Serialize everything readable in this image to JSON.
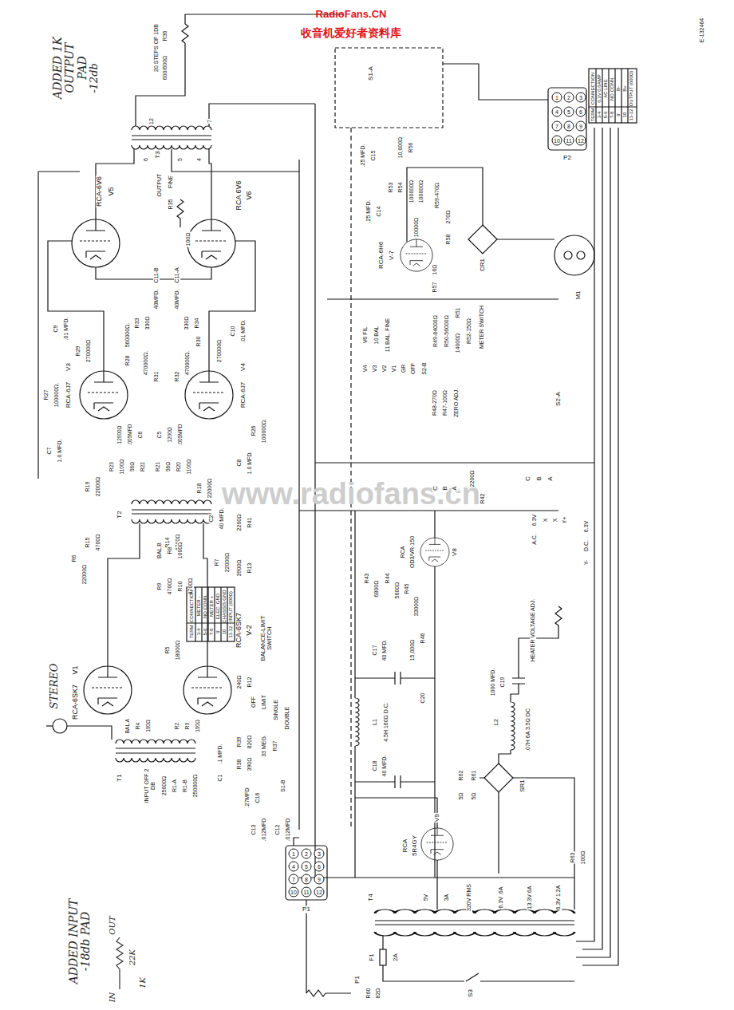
{
  "diagram": {
    "labels": [
      "RadioFans.CN",
      "收音机爱好者资料库",
      "E-132464",
      "ADDED 1K OUTPUT PAD",
      "-12db",
      "20 STEPS OF 1DB",
      "R36",
      "600/600Ω",
      "OUTPUT",
      "FINE",
      "R35",
      "100Ω",
      "T3",
      "12",
      "7",
      "6",
      "5",
      "4",
      "RCA-6V6",
      "V5",
      "RCA 6V6",
      "V6",
      "C11-A",
      "40MFD.",
      "40MFD.",
      "C11-B",
      "R33",
      "330Ω",
      "330Ω",
      "R34",
      "R31",
      "470000Ω.",
      "R32",
      "470000Ω.",
      "C9",
      ".01 MFD.",
      "R29",
      "270000Ω",
      "R30",
      "270000Ω",
      "C10",
      ".01 MFD.",
      "560000Ω.",
      "R28",
      "R27",
      "100000Ω.",
      "RCA-6J7",
      "V3",
      "RCA-6J7",
      "V4",
      "R26",
      "100000Ω.",
      "C7",
      "1.0 MFD.",
      "C8",
      "1.0 MFD.",
      "12000Ω",
      ".005MFD",
      "C6",
      "1200Ω",
      ".005MFD",
      "C5",
      "R23",
      "1100Ω",
      "56Ω",
      "R22",
      "R21",
      "56Ω",
      "R20",
      "1100Ω",
      "R19",
      "22000Ω",
      "R18",
      "22000Ω",
      "T2",
      "R15",
      "4700Ω",
      "R14",
      "4700Ω",
      "C2",
      "40 MFD.",
      "2200Ω",
      "R41",
      "3900Ω",
      "R13",
      "R6",
      "22000Ω",
      "R7",
      "22000Ω",
      "BAL.B",
      "R8",
      "1000Ω",
      "R9",
      "R10",
      "4700Ω",
      "4700Ω",
      "RCA-6SK7",
      "V1",
      "RCA-6SK7",
      "V-2",
      "R5",
      "18000Ω",
      "BAL.A",
      "R4",
      "100Ω",
      "R2",
      "R3",
      "100Ω",
      "INPUT OFF 2 DB",
      "25000Ω",
      "R1-A",
      "R1-B",
      "250000Ω",
      "T1",
      "STEREO",
      "240Ω",
      "R12",
      "BALANCE-LIMIT SWITCH",
      "OFF",
      "LIMIT",
      "SINGLE",
      "DOUBLE",
      "R39",
      "820Ω",
      "R38",
      "390Ω",
      "33 MEG.",
      "R37",
      ".1 MFD.",
      "C1",
      "S1-B",
      ".27MFD",
      "C16",
      "C13",
      ".012MFD",
      "C12",
      ".012MFD",
      "1",
      "2",
      "3",
      "4",
      "5",
      "6",
      "7",
      "8",
      "9",
      "10",
      "11",
      "12",
      "P1",
      "TERM",
      "CONNECTION",
      "3-4",
      "METER -",
      "5-6",
      "NO CONN.",
      "7-8",
      "METER +",
      "9",
      "ELEC. GND",
      "10",
      "CHASSIS GND",
      "11-12",
      "INPUT (600Ω)",
      "TERM",
      "CONNECTION",
      "3-4",
      "6.3V 0.6AMP",
      "5-6",
      "AC LINE",
      "7-8",
      "NO CONN.",
      "9",
      "B-",
      "10",
      "B+",
      "11-12",
      "OUTPUT (600Ω)",
      "1",
      "2",
      "3",
      "4",
      "5",
      "6",
      "7",
      "8",
      "9",
      "10",
      "11",
      "12",
      "P2",
      "S1-A",
      ".25 MFD.",
      "C15",
      "10,000Ω",
      "R56",
      ".25 MFD.",
      "C14",
      "R53",
      "R54",
      "100000Ω",
      "100000Ω",
      "RCA-6H6",
      "V-7",
      "10000Ω",
      "R59-470Ω",
      "270Ω",
      "R58",
      "CR1",
      "R57",
      "16Ω",
      "M1",
      "V6 FIL",
      "10 BAL",
      "11 BAL. FINE",
      "V4",
      "V3",
      "V2",
      "V1",
      "GR",
      "OFF",
      "S2-B",
      "R49-84000Ω",
      "R50-56000Ω",
      "R51",
      "14000Ω",
      "R52-150Ω",
      "METER SWITCH",
      "R48-270Ω",
      "R47-100Ω",
      "ZERO ADJ.",
      "S2-A",
      "C",
      "B",
      "A",
      "C",
      "B",
      "A",
      "2200Ω",
      "R42",
      "6.3V",
      "A.C.",
      "X",
      "X",
      "Y+",
      "6.3V",
      "D.C.",
      "Y-",
      "RCA",
      "OD3/VR-150",
      "V8",
      "R43",
      "6800Ω",
      "R44",
      "5600Ω",
      "R45",
      "33000Ω",
      "R46",
      "15,000Ω",
      "C20",
      "C17",
      "40 MFD.",
      "L1",
      "4.5H 160Ω D.C.",
      "C18",
      "40 MFD.",
      "HEATER VOLTAGE ADJ.",
      "C19",
      "1000 MFD.",
      "L2",
      ".07H 6A 3.5Ω DC",
      "SR1",
      "R62",
      "5Ω",
      "R61",
      "5Ω",
      "RCA",
      "5R4GY",
      "V9",
      "T4",
      "5V",
      "3A",
      "320V RMS",
      "6.3V .6A",
      "13.3V 6A",
      "6.3V 1.2A",
      "R63",
      "100Ω",
      "F1",
      "2A",
      "S3",
      "P1",
      "R60",
      "82Ω",
      "ADDED INPUT -18db PAD",
      "OUT",
      "22K",
      "1K",
      "IN",
      "www.radiofans.cn"
    ]
  }
}
